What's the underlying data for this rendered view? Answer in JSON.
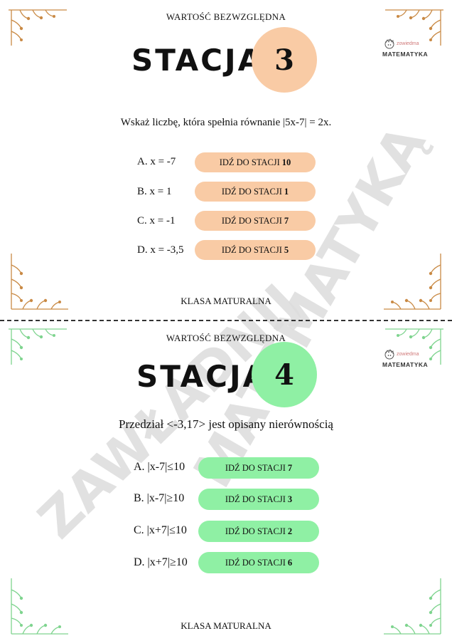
{
  "cards": [
    {
      "topic": "WARTOŚĆ BEZWZGLĘDNA",
      "heading": "STACJA",
      "number": "3",
      "question": "Wskaż liczbę, która spełnia równanie |5x-7| = 2x.",
      "options": [
        {
          "label": "A. x = -7",
          "button_prefix": "IDŹ DO STACJI",
          "target": "10"
        },
        {
          "label": "B. x = 1",
          "button_prefix": "IDŹ DO STACJI",
          "target": "1"
        },
        {
          "label": "C. x = -1",
          "button_prefix": "IDŹ DO STACJI",
          "target": "7"
        },
        {
          "label": "D. x = -3,5",
          "button_prefix": "IDŹ DO STACJI",
          "target": "5"
        }
      ],
      "footer": "KLASA MATURALNA",
      "colors": {
        "accent": "#f9cba5",
        "sprig": "#c98a45"
      }
    },
    {
      "topic": "WARTOŚĆ BEZWZGLĘDNA",
      "heading": "STACJA",
      "number": "4",
      "question": "Przedział <-3,17> jest opisany nierównością",
      "options": [
        {
          "label": "A. |x-7|≤10",
          "button_prefix": "IDŹ DO STACJI",
          "target": "7"
        },
        {
          "label": "B. |x-7|≥10",
          "button_prefix": "IDŹ DO STACJI",
          "target": "3"
        },
        {
          "label": "C. |x+7|≤10",
          "button_prefix": "IDŹ DO STACJI",
          "target": "2"
        },
        {
          "label": "D. |x+7|≥10",
          "button_prefix": "IDŹ DO STACJI",
          "target": "6"
        }
      ],
      "footer": "KLASA MATURALNA",
      "colors": {
        "accent": "#8ff0a4",
        "sprig": "#7fd48f"
      }
    }
  ],
  "brand": {
    "small": "zowiedma",
    "big": "MATEMATYKA",
    "icon": "hedgehog-icon"
  },
  "watermark": {
    "line1": "ZAWŁADNIJ",
    "line2": "MATEMATYKĄ",
    "color": "#d9d9d9"
  }
}
